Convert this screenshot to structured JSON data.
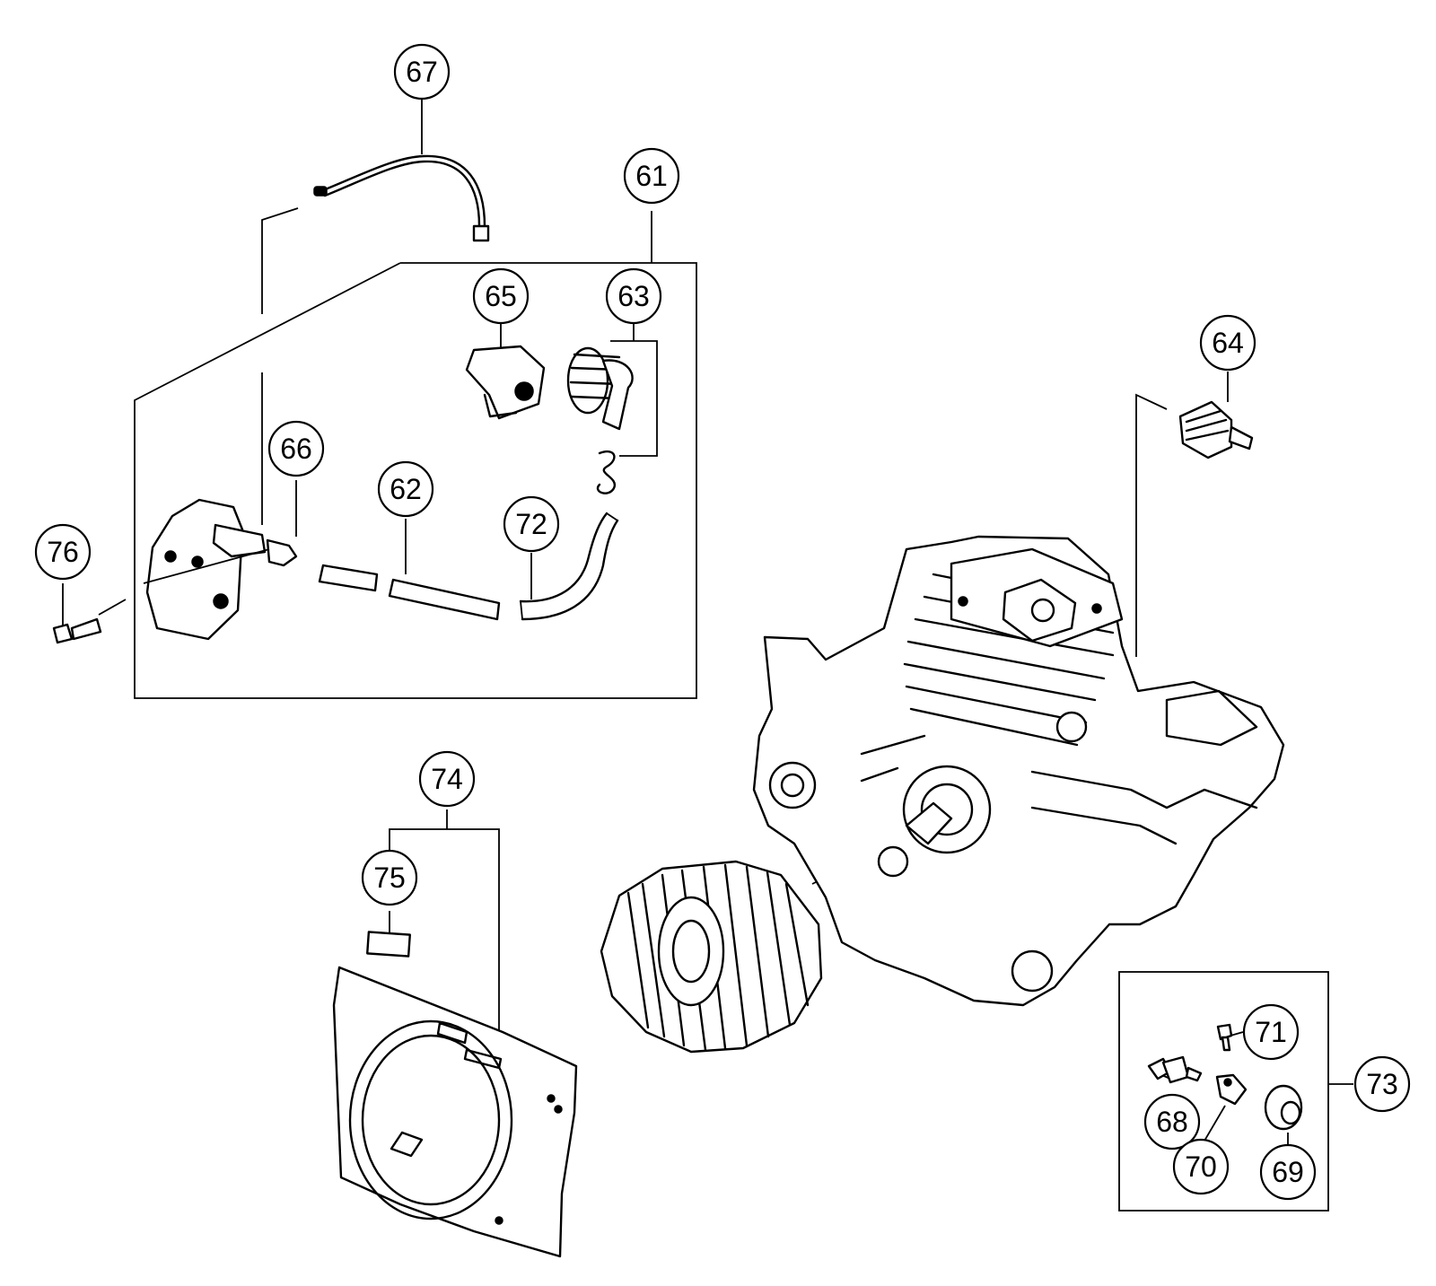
{
  "callouts": {
    "c61": "61",
    "c62": "62",
    "c63": "63",
    "c64": "64",
    "c65": "65",
    "c66": "66",
    "c67": "67",
    "c68": "68",
    "c69": "69",
    "c70": "70",
    "c71": "71",
    "c72": "72",
    "c73": "73",
    "c74": "74",
    "c75": "75",
    "c76": "76"
  }
}
